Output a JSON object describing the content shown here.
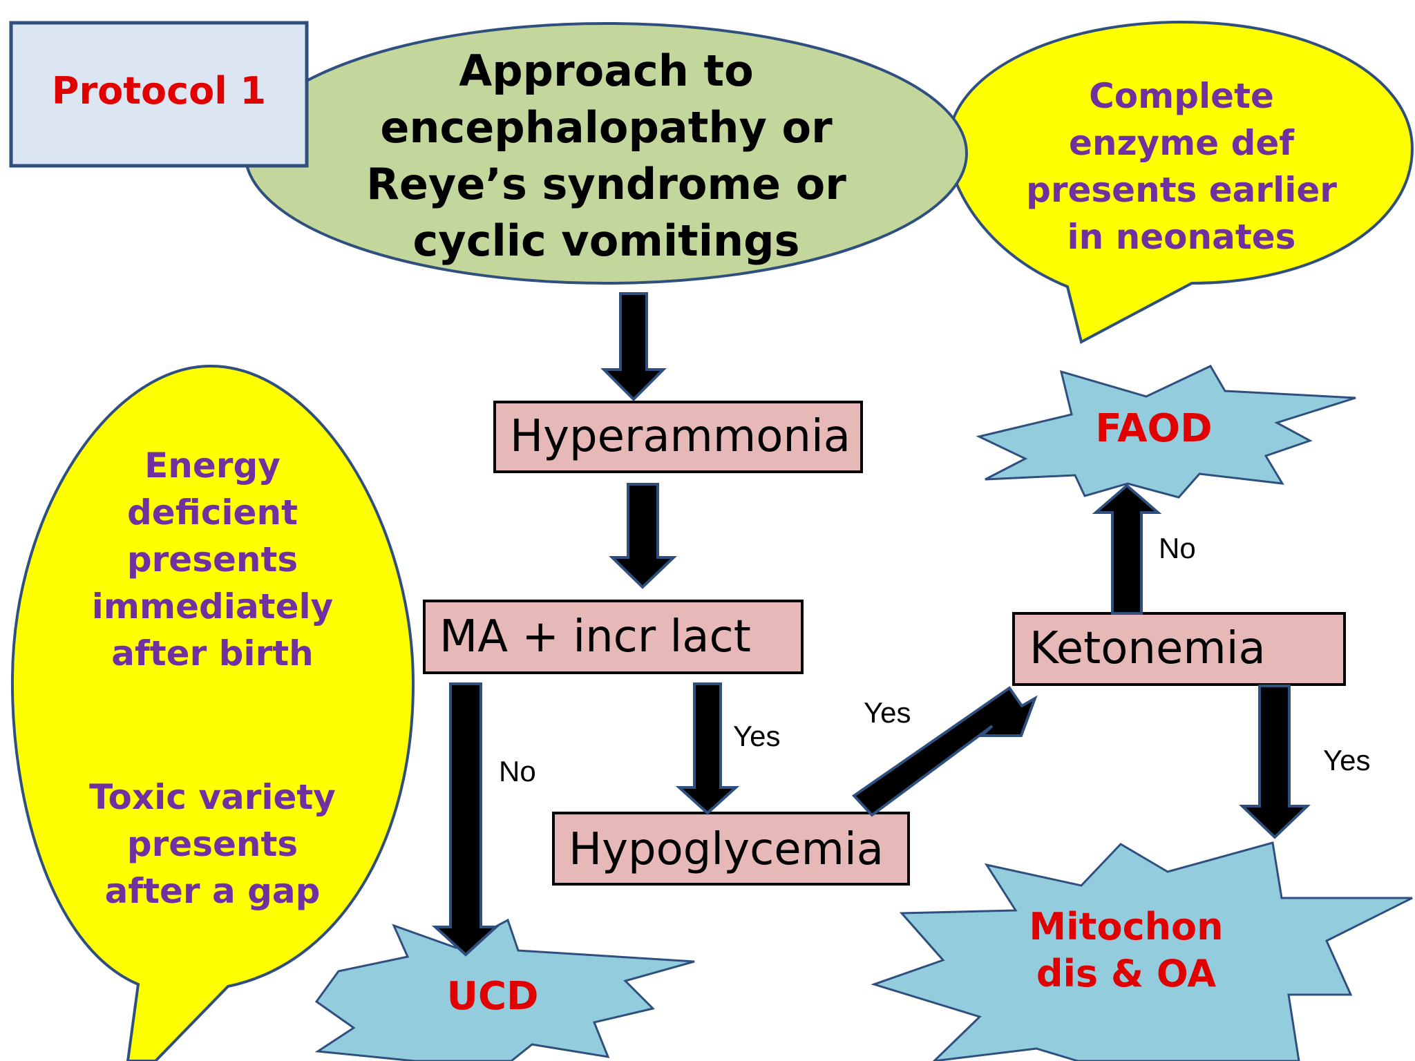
{
  "colors": {
    "protocol_box_fill": "#dce6f2",
    "protocol_text": "#e00000",
    "title_ellipse_fill": "#c3d69b",
    "bubble_fill": "#ffff00",
    "bubble_text": "#7030a0",
    "box_fill": "#e6b9b8",
    "star_fill": "#93cddd",
    "star_text": "#e00000",
    "outline": "#2f4f7f"
  },
  "protocol": {
    "label": "Protocol 1"
  },
  "title": {
    "text": "Approach  to\nencephalopathy or\nReye’s syndrome or\ncyclic vomitings"
  },
  "bubble_right": {
    "text": "Complete\nenzyme def\npresents earlier\nin neonates"
  },
  "bubble_left": {
    "text_top": "Energy\ndeficient\npresents\nimmediately\nafter birth",
    "text_bottom": "Toxic variety\npresents\nafter a gap"
  },
  "nodes": {
    "hyperammonia": "Hyperammonia",
    "ma_lact": "MA + incr lact",
    "hypoglycemia": "Hypoglycemia",
    "ketonemia": "Ketonemia"
  },
  "stars": {
    "faod": "FAOD",
    "ucd": "UCD",
    "mitochon": "Mitochon\ndis & OA"
  },
  "edge_labels": {
    "ma_to_ucd": "No",
    "ma_to_hypo": "Yes",
    "hypo_to_keto": "Yes",
    "keto_to_faod": "No",
    "keto_to_mito": "Yes"
  }
}
